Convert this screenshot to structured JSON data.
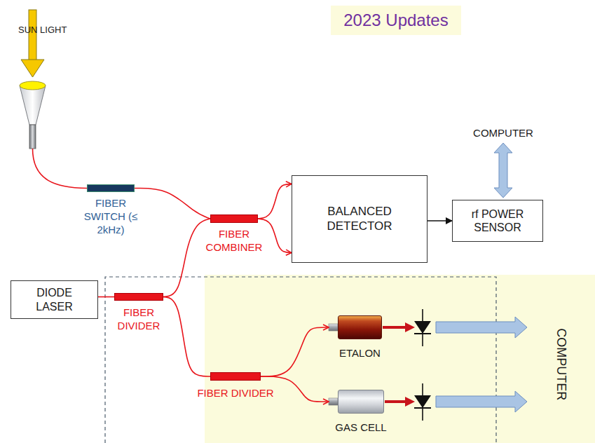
{
  "diagram": {
    "nodes": [
      {
        "text": [
          "2023 Updates"
        ]
      },
      {
        "text": [
          "FIBER SWITCH (≤ 2kHz)"
        ]
      },
      {
        "text": [
          "BALANCED DETECTOR"
        ]
      },
      {
        "text": [
          "rf POWER SENSOR"
        ]
      },
      {
        "text": [
          "FIBER COMBINER"
        ]
      },
      {
        "text": [
          "DIODE LASER"
        ]
      },
      {
        "text": [
          "FIBER DIVIDER"
        ]
      },
      {
        "text": [
          "ETALON"
        ]
      },
      {
        "text": [
          "FIBER DIVIDER"
        ]
      },
      {
        "text": [
          "GAS CELL"
        ]
      }
    ],
    "edges": [
      {
        "from": 1,
        "to": 4,
        "arrow": "none"
      },
      {
        "from": 4,
        "to": 2,
        "arrow": "to"
      },
      {
        "from": 4,
        "to": 2,
        "arrow": "to"
      },
      {
        "from": 2,
        "to": 3,
        "arrow": "to"
      },
      {
        "from": 5,
        "to": 6,
        "arrow": "none"
      },
      {
        "from": 6,
        "to": 4,
        "arrow": "none"
      },
      {
        "from": 6,
        "to": 8,
        "arrow": "none"
      },
      {
        "from": 8,
        "to": 7,
        "arrow": "to"
      },
      {
        "from": 8,
        "to": 9,
        "arrow": "to"
      }
    ],
    "labels": [
      "SUN LIGHT",
      "COMPUTER",
      "COMPUTER"
    ]
  }
}
